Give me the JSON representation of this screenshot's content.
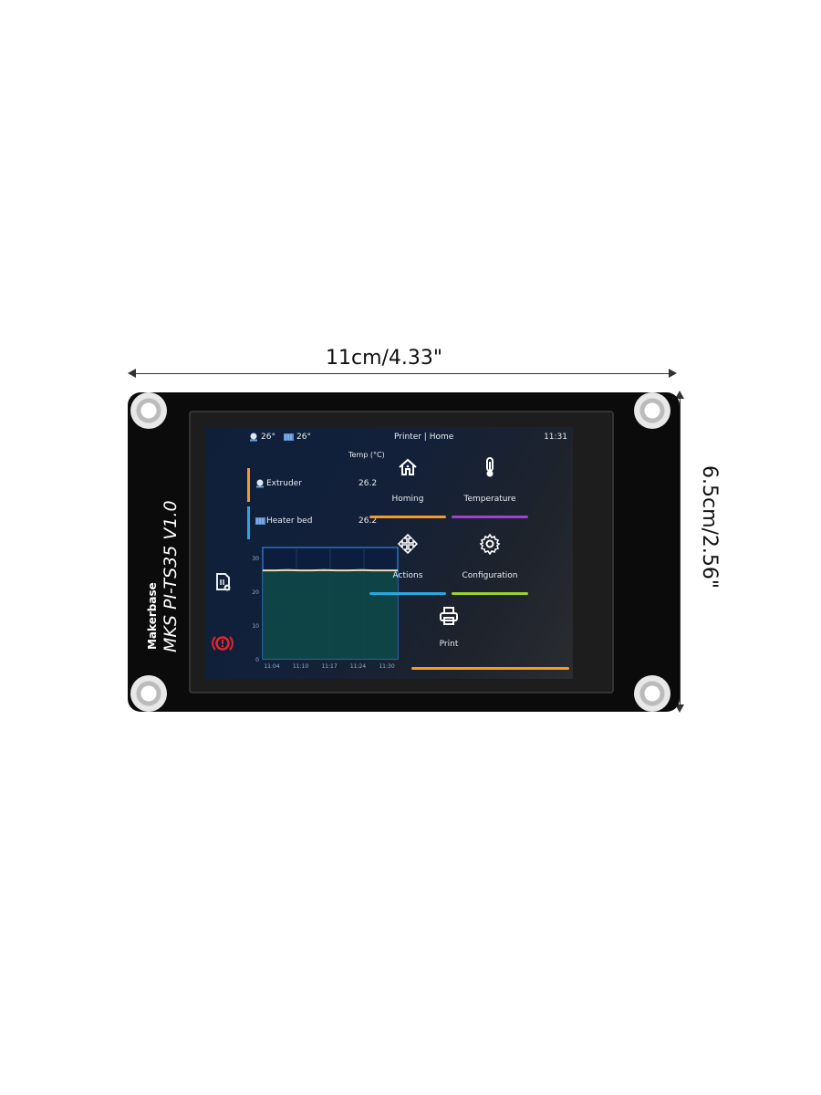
{
  "dimensions": {
    "width_label": "11cm/4.33\"",
    "height_label": "6.5cm/2.56\""
  },
  "board": {
    "brand": "Makerbase",
    "model": "MKS PI-TS35 V1.0"
  },
  "screen": {
    "header": {
      "extruder_temp": "26°",
      "bed_temp": "26°",
      "title": "Printer | Home",
      "time": "11:31"
    },
    "temp_heading": "Temp (°C)",
    "heaters": [
      {
        "name": "Extruder",
        "value": "26.2",
        "color": "#f39a2b"
      },
      {
        "name": "Heater bed",
        "value": "26.2",
        "color": "#29a8e0"
      }
    ],
    "menu": [
      {
        "label": "Homing",
        "icon": "home-icon",
        "color": "#f39a2b"
      },
      {
        "label": "Temperature",
        "icon": "thermometer-icon",
        "color": "#a23fd4"
      },
      {
        "label": "Actions",
        "icon": "move-arrows-icon",
        "color": "#29a8e0"
      },
      {
        "label": "Configuration",
        "icon": "gear-icon",
        "color": "#9fd12a"
      },
      {
        "label": "Print",
        "icon": "printer-icon",
        "color": "#f39a2b"
      }
    ],
    "emergency_color": "#e0262b"
  },
  "chart_data": {
    "type": "line",
    "title": "",
    "xlabel": "",
    "ylabel": "",
    "x_ticks": [
      "11:04",
      "11:10",
      "11:17",
      "11:24",
      "11:30"
    ],
    "y_ticks": [
      "0",
      "10",
      "20",
      "30"
    ],
    "ylim": [
      0,
      33
    ],
    "series": [
      {
        "name": "Extruder",
        "values": [
          26.2,
          26.2,
          26.3,
          26.2,
          26.2,
          26.3,
          26.2,
          26.2,
          26.3,
          26.2,
          26.2,
          26.2
        ]
      }
    ]
  }
}
